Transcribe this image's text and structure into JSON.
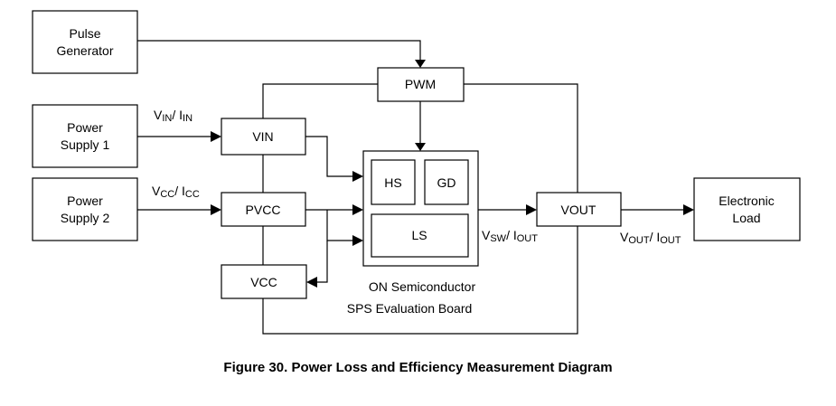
{
  "blocks": {
    "pulse_generator": [
      "Pulse",
      "Generator"
    ],
    "power_supply_1": [
      "Power",
      "Supply 1"
    ],
    "power_supply_2": [
      "Power",
      "Supply 2"
    ],
    "electronic_load": [
      "Electronic",
      "Load"
    ],
    "pwm": "PWM",
    "vin": "VIN",
    "pvcc": "PVCC",
    "vcc": "VCC",
    "hs": "HS",
    "gd": "GD",
    "ls": "LS",
    "vout": "VOUT"
  },
  "board_label": [
    "ON Semiconductor",
    "SPS Evaluation Board"
  ],
  "signals": {
    "vin_iin": {
      "v": "V",
      "v_sub": "IN",
      "sep": "/ ",
      "i": "I",
      "i_sub": "IN"
    },
    "vcc_icc": {
      "v": "V",
      "v_sub": "CC",
      "sep": "/ ",
      "i": "I",
      "i_sub": "CC"
    },
    "vsw_iout": {
      "v": "V",
      "v_sub": "SW",
      "sep": "/ ",
      "i": "I",
      "i_sub": "OUT"
    },
    "vout_iout": {
      "v": "V",
      "v_sub": "OUT",
      "sep": "/ ",
      "i": "I",
      "i_sub": "OUT"
    }
  },
  "caption": "Figure 30. Power Loss and Efficiency Measurement Diagram"
}
